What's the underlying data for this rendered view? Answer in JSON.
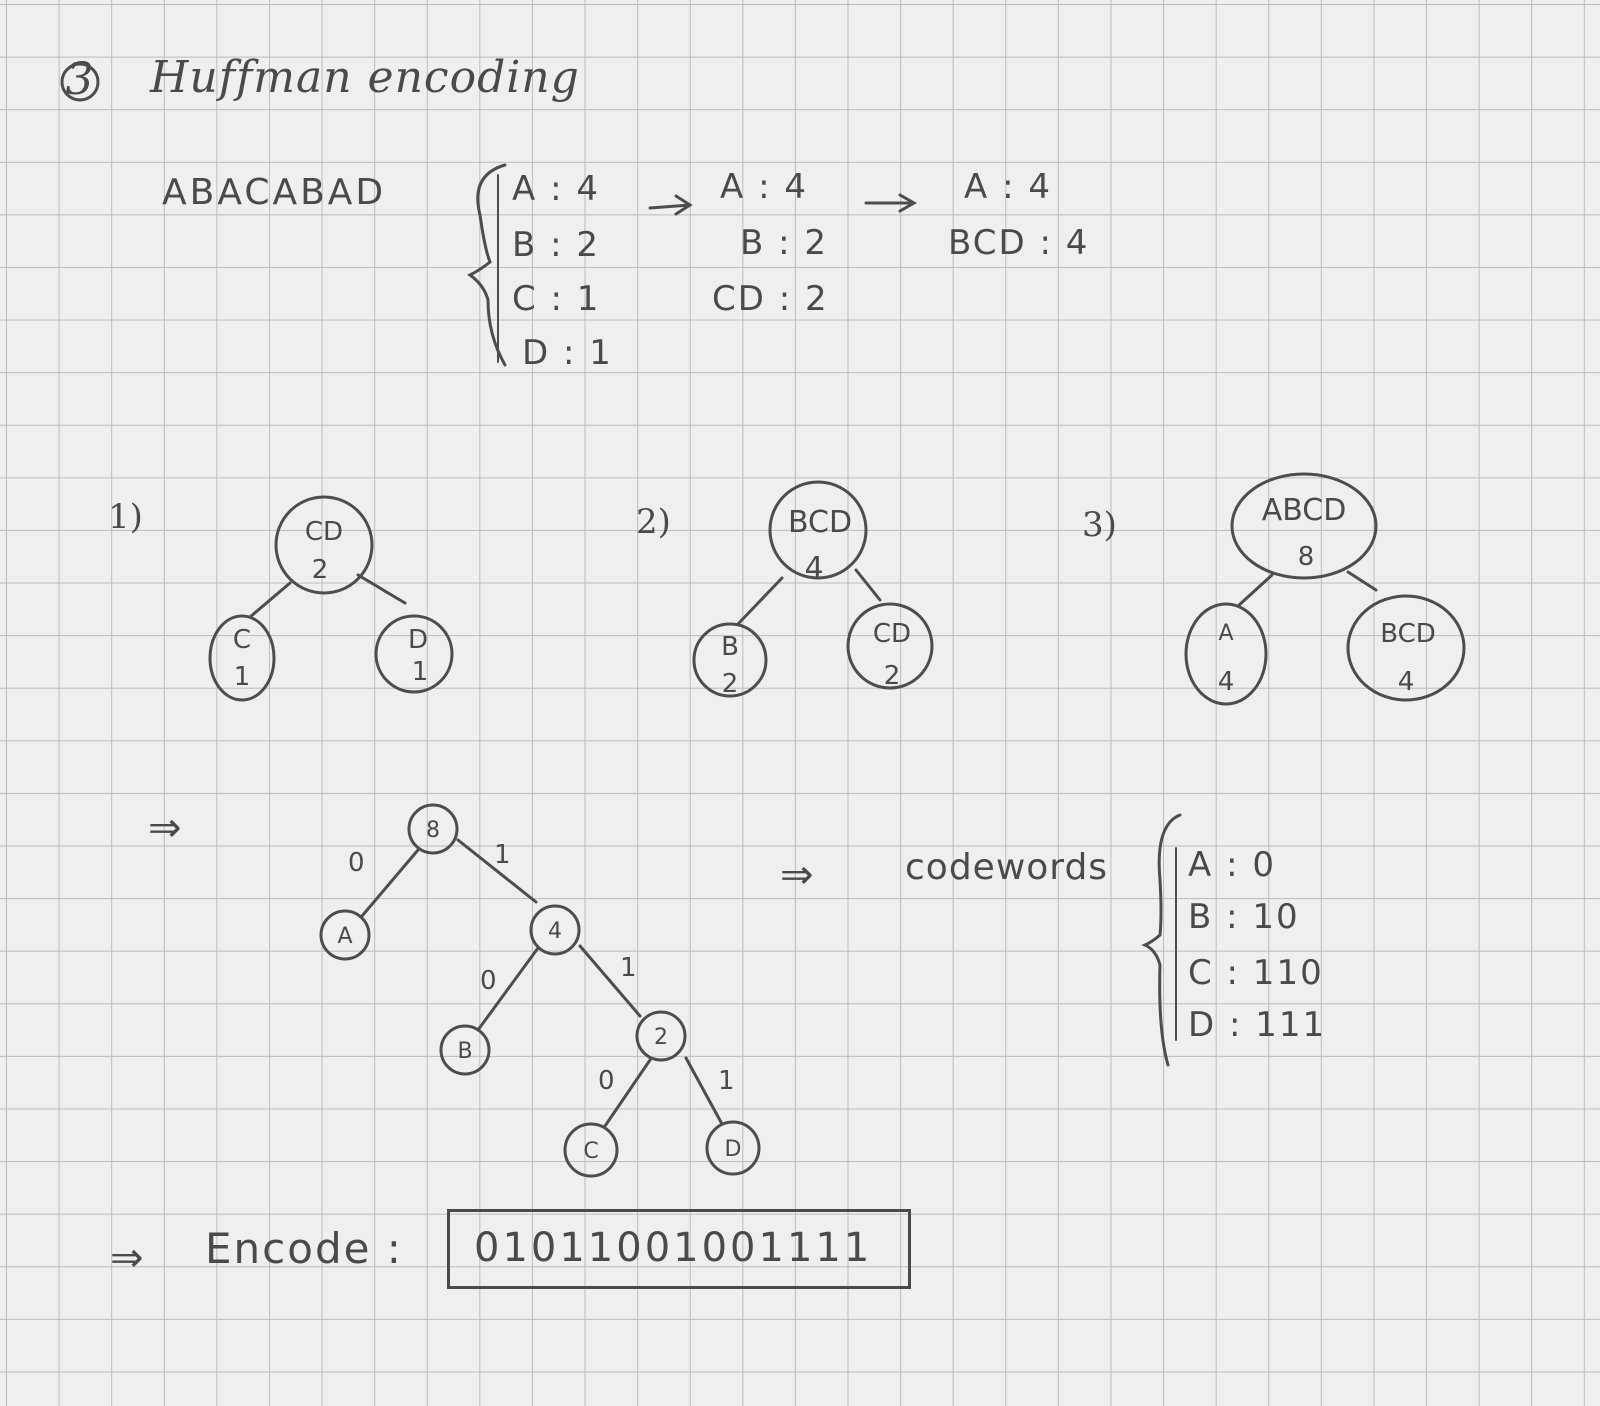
{
  "title": {
    "number": "3",
    "text": "Huffman encoding"
  },
  "input_string": "ABACABAD",
  "frequencies": [
    {
      "label": "A : 4"
    },
    {
      "label": "B : 2"
    },
    {
      "label": "C : 1"
    },
    {
      "label": "D : 1"
    }
  ],
  "merge_step_1": [
    {
      "label": "A : 4"
    },
    {
      "label": "B : 2"
    },
    {
      "label": "CD : 2"
    }
  ],
  "merge_step_2": [
    {
      "label": "A : 4"
    },
    {
      "label": "BCD : 4"
    }
  ],
  "trees": [
    {
      "step": "1)",
      "root": {
        "name": "CD",
        "count": "2"
      },
      "left": {
        "name": "C",
        "count": "1"
      },
      "right": {
        "name": "D",
        "count": "1"
      }
    },
    {
      "step": "2)",
      "root": {
        "name": "BCD",
        "count": "4"
      },
      "left": {
        "name": "B",
        "count": "2"
      },
      "right": {
        "name": "CD",
        "count": "2"
      }
    },
    {
      "step": "3)",
      "root": {
        "name": "ABCD",
        "count": "8"
      },
      "left": {
        "name": "A",
        "count": "4"
      },
      "right": {
        "name": "BCD",
        "count": "4"
      }
    }
  ],
  "final_tree": {
    "arrow": "⇒",
    "root": "8",
    "node_a": "A",
    "node_4": "4",
    "node_b": "B",
    "node_2": "2",
    "node_c": "C",
    "node_d": "D",
    "edge_labels": {
      "root_left": "0",
      "root_right": "1",
      "n4_left": "0",
      "n4_right": "1",
      "n2_left": "0",
      "n2_right": "1"
    }
  },
  "codewords": {
    "arrow": "⇒",
    "label": "codewords",
    "items": [
      {
        "label": "A : 0"
      },
      {
        "label": "B : 10"
      },
      {
        "label": "C : 110"
      },
      {
        "label": "D : 111"
      }
    ]
  },
  "encode": {
    "arrow": "⇒",
    "label": "Encode :",
    "value": "01011001001111"
  }
}
